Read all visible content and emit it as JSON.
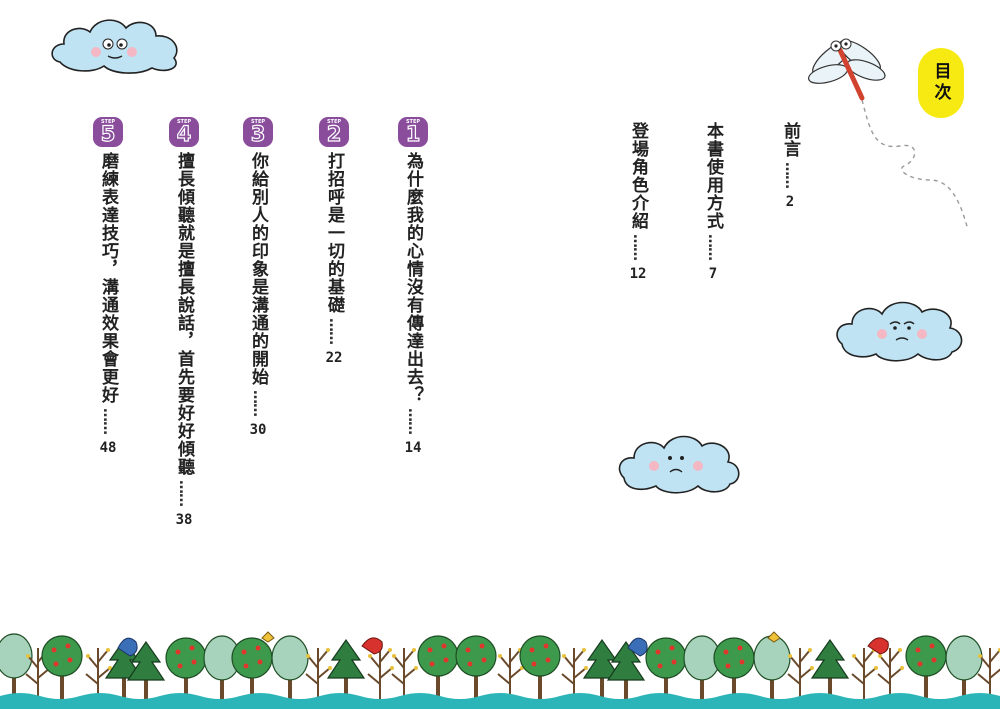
{
  "heading": "目次",
  "step_label": "STEP",
  "intro_entries": [
    {
      "title": "前言",
      "dots": "……",
      "page": "2"
    },
    {
      "title": "本書使用方式",
      "dots": "……",
      "page": "7"
    },
    {
      "title": "登場角色介紹",
      "dots": "……",
      "page": "12"
    }
  ],
  "steps": [
    {
      "num": "1",
      "title": "為什麼我的心情沒有傳達出去？",
      "dots": "……",
      "page": "14"
    },
    {
      "num": "2",
      "title": "打招呼是一切的基礎",
      "dots": "……",
      "page": "22"
    },
    {
      "num": "3",
      "title": "你給別人的印象是溝通的開始",
      "dots": "……",
      "page": "30"
    },
    {
      "num": "4",
      "title": "擅長傾聽就是擅長說話，首先要好好傾聽",
      "dots": "……",
      "page": "38"
    },
    {
      "num": "5",
      "title": "磨練表達技巧，溝通效果會更好",
      "dots": "……",
      "page": "48"
    }
  ],
  "colors": {
    "badge": "#8a4d9c",
    "heading_bg": "#f7ea12",
    "cloud": "#bfe3f3",
    "ground": "#2bb5b8"
  },
  "decorations": [
    "cloud-illustration",
    "dragonfly-illustration",
    "forest-border-illustration"
  ]
}
